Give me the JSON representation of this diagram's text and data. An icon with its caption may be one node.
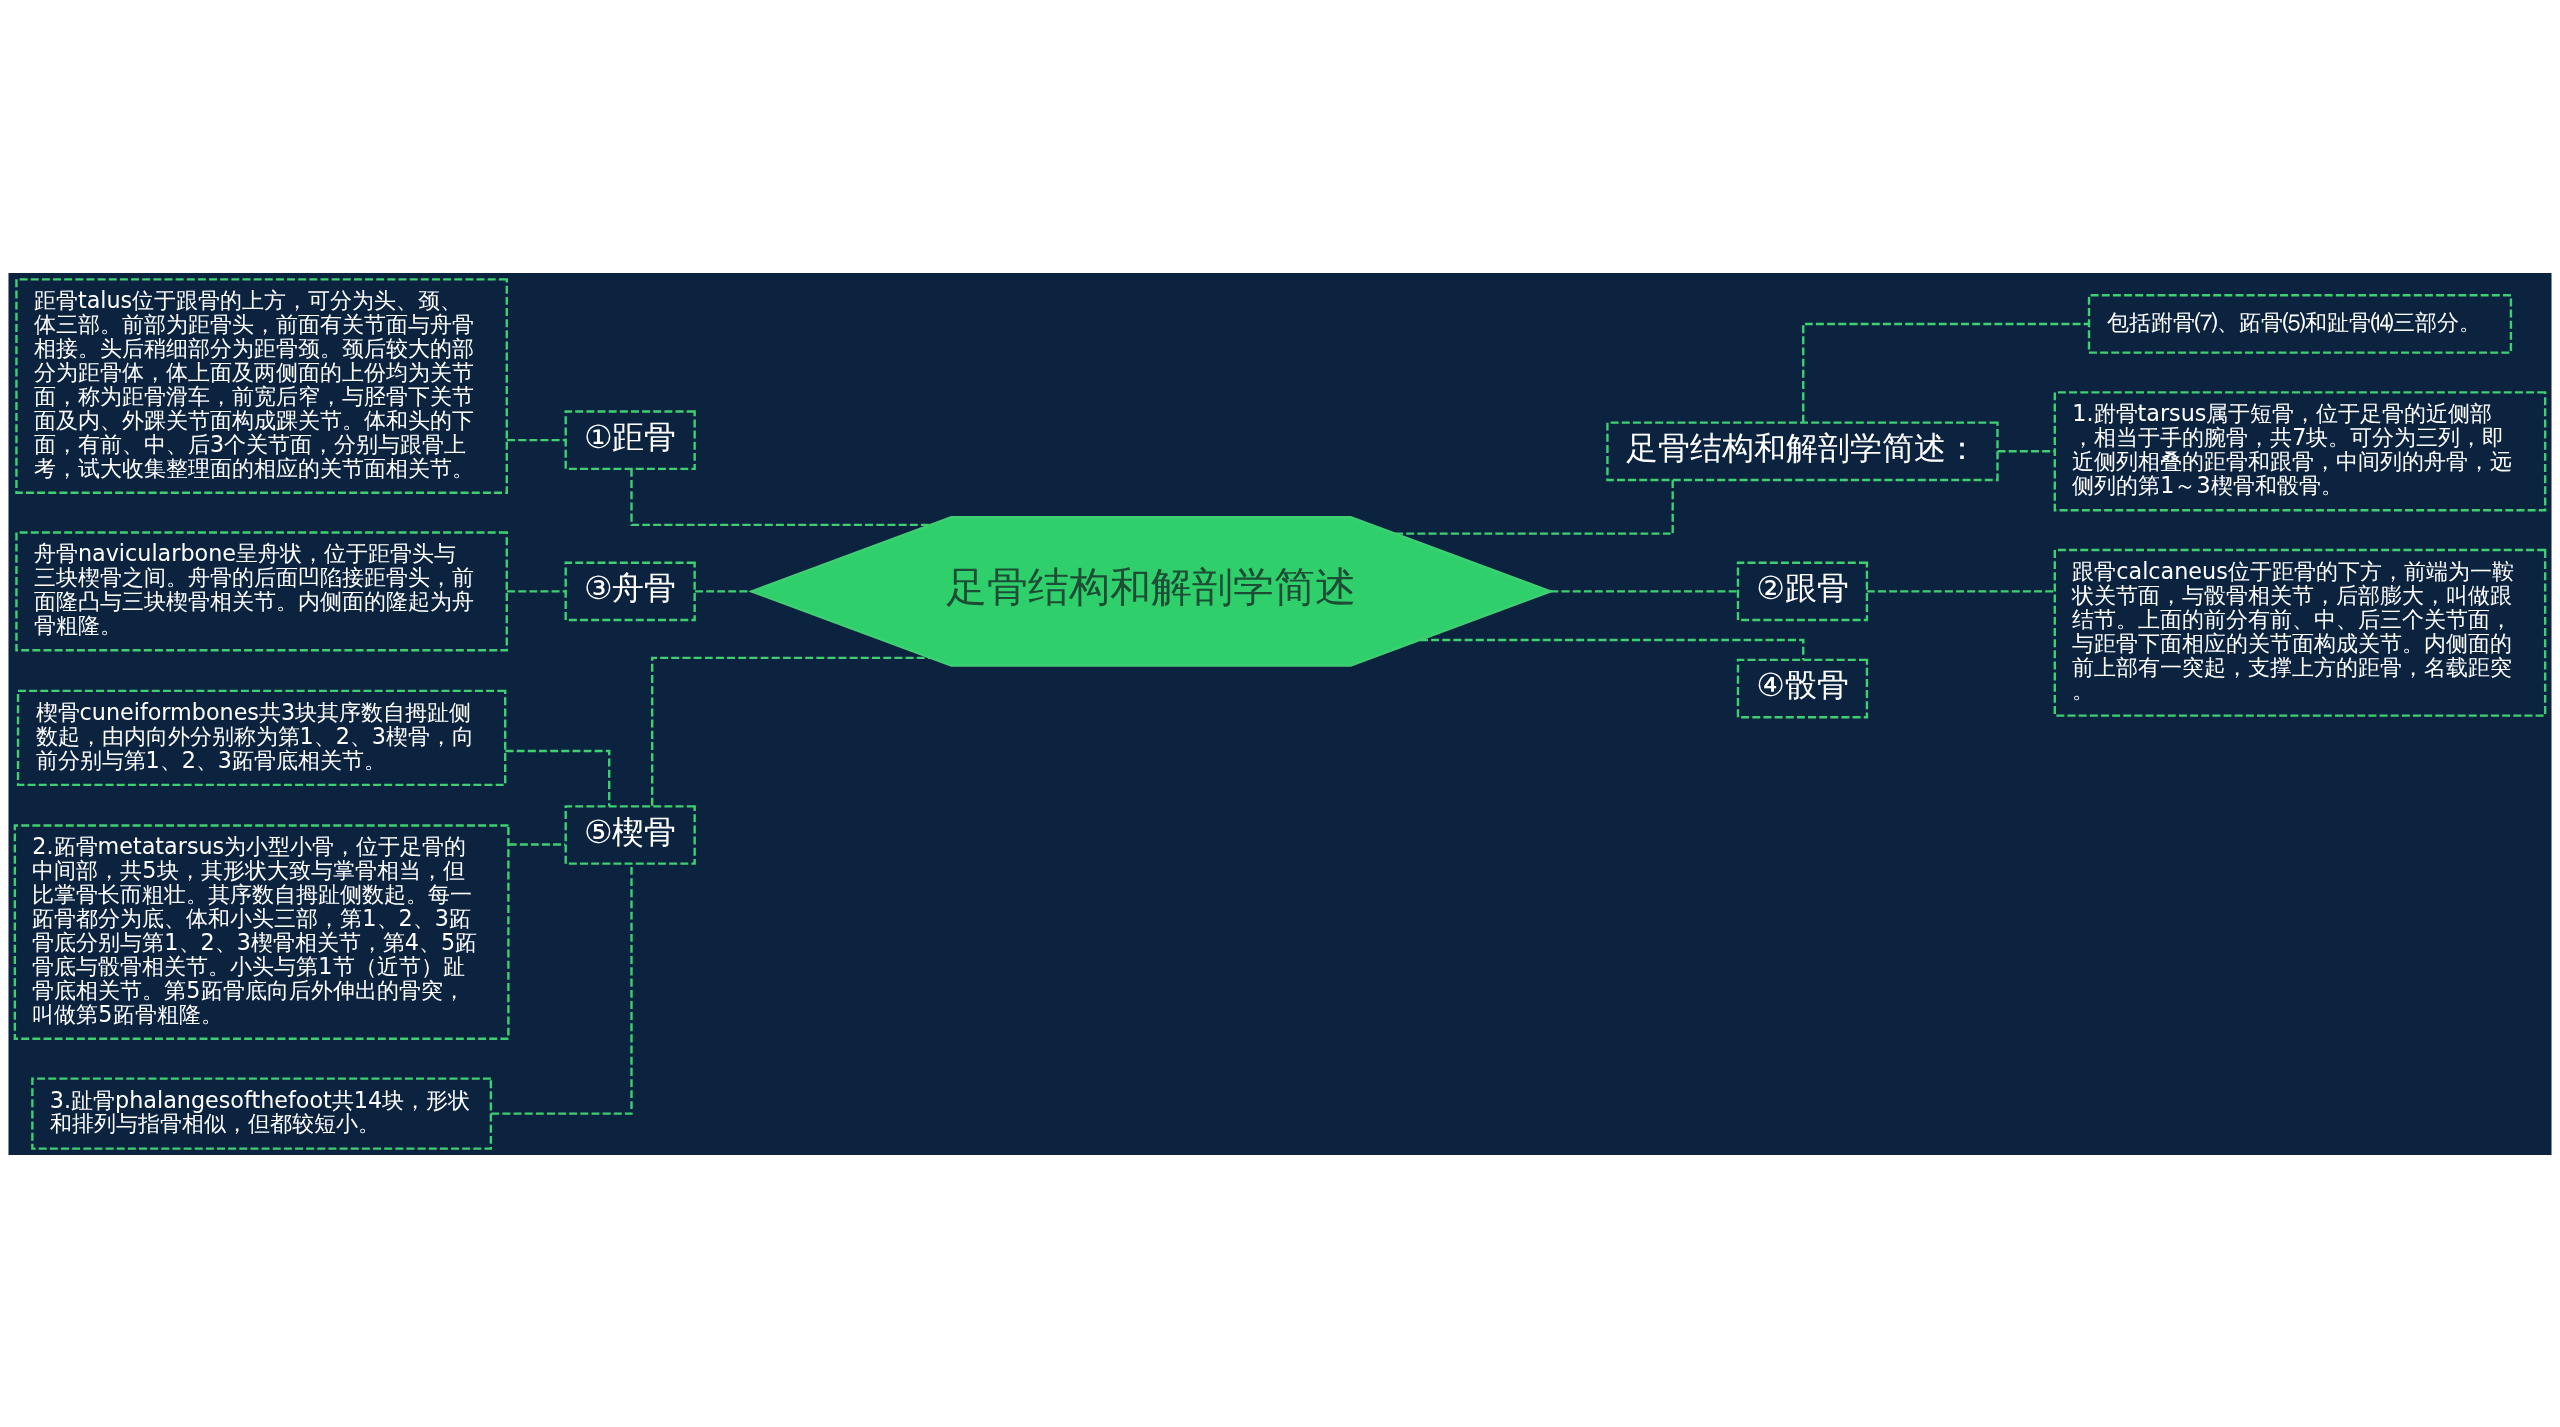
{
  "diagram": {
    "nodes": [
      {
        "text": [
          "足骨结构和解剖学简述"
        ]
      },
      {
        "text": [
          "①距骨"
        ]
      },
      {
        "text": [
          "距骨talus位于跟骨的上方，可分为头、颈、体三部。前部为距骨头，前面有关节面与舟骨相接。头后稍细部分为距骨颈。颈后较大的部分为距骨体，体上面及两侧面的上份均为关节面，称为距骨滑车，前宽后窄，与胫骨下关节面及内、外踝关节面构成踝关节。体和头的下面，有前、中、后3个关节面，分别与跟骨上考，试大收集整理面的相应的关节面相关节。"
        ]
      },
      {
        "text": [
          "③舟骨"
        ]
      },
      {
        "text": [
          "舟骨navicularbone呈舟状，位于距骨头与三块楔骨之间。舟骨的后面凹陷接距骨头，前面隆凸与三块楔骨相关节。内侧面的隆起为舟骨粗隆。"
        ]
      },
      {
        "text": [
          "⑤楔骨"
        ]
      },
      {
        "text": [
          "楔骨cuneiformbones共3块其序数自拇趾侧数起，由内向外分别称为第1、2、3楔骨，向前分别与第1、2、3跖骨底相关节。"
        ]
      },
      {
        "text": [
          "2.跖骨metatarsus为小型小骨，位于足骨的中间部，共5块，其形状大致与掌骨相当，但比掌骨长而粗壮。其序数自拇趾侧数起。每一跖骨都分为底、体和小头三部，第1、2、3跖骨底分别与第1、2、3楔骨相关节，第4、5跖骨底与骰骨相关节。小头与第1节（近节）趾骨底相关节。第5跖骨底向后外伸出的骨突，叫做第5跖骨粗隆。"
        ]
      },
      {
        "text": [
          "3.趾骨phalangesofthefoot共14块，形状和排列与指骨相似，但都较短小。"
        ]
      },
      {
        "text": [
          "足骨结构和解剖学简述："
        ]
      },
      {
        "text": [
          "包括跗骨⑺、跖骨⑸和趾骨⒁三部分。"
        ]
      },
      {
        "text": [
          "1.跗骨tarsus属于短骨，位于足骨的近侧部，相当于手的腕骨，共7块。可分为三列，即近侧列相叠的距骨和跟骨，中间列的舟骨，远侧列的第1～3楔骨和骰骨。"
        ]
      },
      {
        "text": [
          "②跟骨"
        ]
      },
      {
        "text": [
          "跟骨calcaneus位于距骨的下方，前端为一鞍状关节面，与骰骨相关节，后部膨大，叫做跟结节。上面的前分有前、中、后三个关节面，与距骨下面相应的关节面构成关节。内侧面的前上部有一突起，支撑上方的距骨，名载距突。"
        ]
      },
      {
        "text": [
          "④骰骨"
        ]
      }
    ],
    "edges": [
      {
        "from": 0,
        "to": 1,
        "arrow": "none"
      },
      {
        "from": 1,
        "to": 2,
        "arrow": "none"
      },
      {
        "from": 0,
        "to": 3,
        "arrow": "none"
      },
      {
        "from": 3,
        "to": 4,
        "arrow": "none"
      },
      {
        "from": 0,
        "to": 5,
        "arrow": "none"
      },
      {
        "from": 5,
        "to": 6,
        "arrow": "none"
      },
      {
        "from": 5,
        "to": 7,
        "arrow": "none"
      },
      {
        "from": 5,
        "to": 8,
        "arrow": "none"
      },
      {
        "from": 0,
        "to": 9,
        "arrow": "none"
      },
      {
        "from": 9,
        "to": 10,
        "arrow": "none"
      },
      {
        "from": 9,
        "to": 11,
        "arrow": "none"
      },
      {
        "from": 0,
        "to": 12,
        "arrow": "none"
      },
      {
        "from": 12,
        "to": 13,
        "arrow": "none"
      },
      {
        "from": 0,
        "to": 14,
        "arrow": "none"
      }
    ]
  }
}
